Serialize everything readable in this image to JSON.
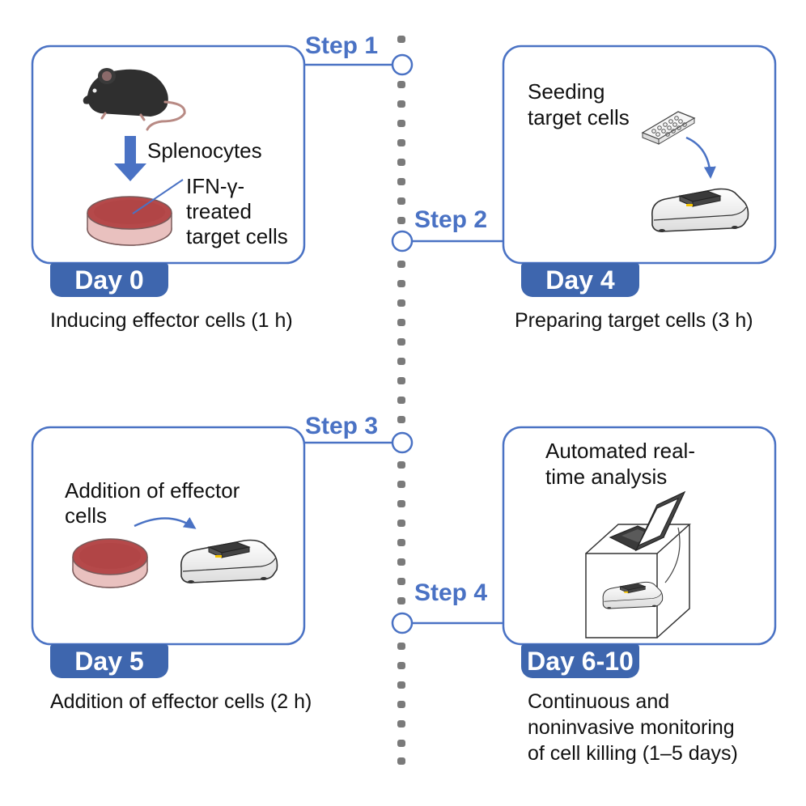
{
  "steps": [
    {
      "step_label": "Step 1",
      "day_label": "Day 0",
      "caption": "Inducing effector cells (1 h)",
      "inner_texts": [
        "Splenocytes",
        "IFN-γ-",
        "treated",
        "target cells"
      ]
    },
    {
      "step_label": "Step 2",
      "day_label": "Day 4",
      "caption": "Preparing target cells (3 h)",
      "inner_texts": [
        "Seeding",
        "target cells"
      ]
    },
    {
      "step_label": "Step 3",
      "day_label": "Day 5",
      "caption": "Addition of effector cells (2 h)",
      "inner_texts": [
        "Addition of effector",
        "cells"
      ]
    },
    {
      "step_label": "Step 4",
      "day_label": "Day 6-10",
      "caption_lines": [
        "Continuous and",
        "noninvasive monitoring",
        "of cell killing (1–5 days)"
      ],
      "inner_texts": [
        "Automated real-",
        "time analysis"
      ]
    }
  ],
  "colors": {
    "accent_blue": "#4a72c4",
    "tab_blue": "#3e66ae",
    "timeline_gray": "#7a7a7a",
    "dish_red": "#b5494a"
  },
  "icons": [
    "mouse-icon",
    "down-arrow-icon",
    "petri-dish-icon",
    "well-plate-icon",
    "analyzer-device-icon",
    "laptop-icon",
    "incubator-box-icon",
    "curved-arrow-icon"
  ]
}
